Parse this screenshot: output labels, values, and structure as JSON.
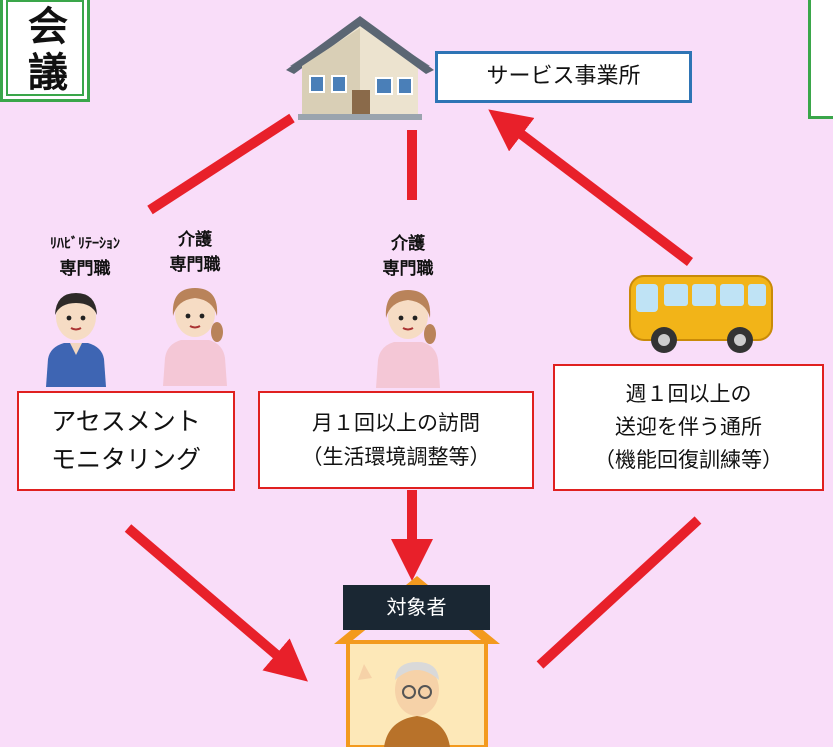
{
  "side_label": {
    "char1": "会",
    "char2": "議"
  },
  "office": {
    "label": "サービス事業所"
  },
  "roles": {
    "rehab": {
      "line1": "ﾘﾊﾋﾞﾘﾃｰｼｮﾝ",
      "line2": "専門職"
    },
    "care_left": {
      "line1": "介護",
      "line2": "専門職"
    },
    "care_center": {
      "line1": "介護",
      "line2": "専門職"
    }
  },
  "boxes": {
    "assessment": {
      "line1": "アセスメント",
      "line2": "モニタリング"
    },
    "visit": {
      "line1": "月１回以上の訪問",
      "line2": "（生活環境調整等）"
    },
    "dayservice": {
      "line1": "週１回以上の",
      "line2": "送迎を伴う通所",
      "line3": "（機能回復訓練等）"
    }
  },
  "subject": {
    "label": "対象者"
  },
  "colors": {
    "background": "#f9ddf9",
    "arrow": "#e8202a",
    "box_border": "#e02020",
    "office_border": "#2e74b5",
    "frame": "#3aa64a"
  }
}
